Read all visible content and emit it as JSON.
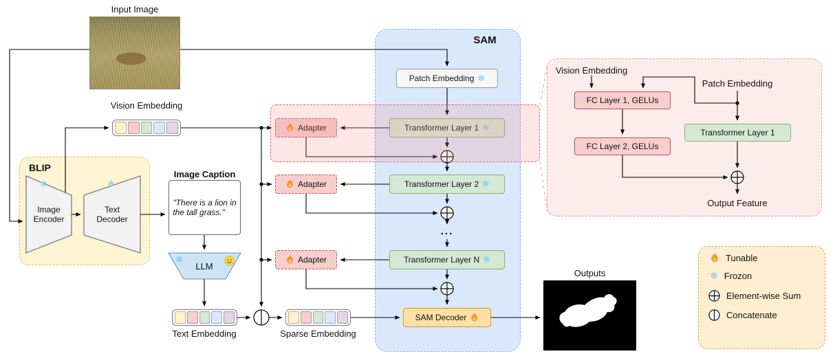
{
  "colors": {
    "sam_container": "#d9e8fb",
    "blip_container": "#fdf4d3",
    "legend_container": "#ffeed2",
    "detail_panel": "#fdecec",
    "adapter_fill": "#f8cecc",
    "transformer_fill": "#d5e8d4",
    "sam_decoder_fill": "#ffe0a6",
    "highlight_band": "#f28b8b",
    "token_colors": [
      "#fff2cc",
      "#f8cecc",
      "#d5e8d4",
      "#dae8fc",
      "#e1d5e7"
    ]
  },
  "icons": {
    "snowflake": "❄",
    "dots": "..."
  },
  "labels": {
    "input_image": "Input Image",
    "vision_embedding": "Vision Embedding",
    "image_caption": "Image Caption",
    "caption_text": "\"There is a lion in\nthe tall grass.\"",
    "text_embedding": "Text Embedding",
    "sparse_embedding": "Sparse Embedding",
    "outputs": "Outputs"
  },
  "blip": {
    "title": "BLIP",
    "image_encoder": "Image\nEncoder",
    "text_decoder": "Text\nDecoder",
    "llm": "LLM"
  },
  "sam": {
    "title": "SAM",
    "patch_embedding": "Patch Embedding",
    "transformer_layer_1": "Transformer Layer 1",
    "transformer_layer_2": "Transformer Layer 2",
    "transformer_layer_n": "Transformer Layer N",
    "decoder": "SAM Decoder"
  },
  "adapters": {
    "label": "Adapter"
  },
  "detail": {
    "vision_embedding": "Vision Embedding",
    "patch_embedding": "Patch Embedding",
    "fc_layer_1": "FC Layer 1, GELUs",
    "fc_layer_2": "FC Layer 2, GELUs",
    "transformer_layer_1": "Transformer Layer 1",
    "output_feature": "Output Feature"
  },
  "legend": {
    "tunable": "Tunable",
    "frozen": "Frozon",
    "elementwise_sum": "Element-wise Sum",
    "concatenate": "Concatenate"
  }
}
